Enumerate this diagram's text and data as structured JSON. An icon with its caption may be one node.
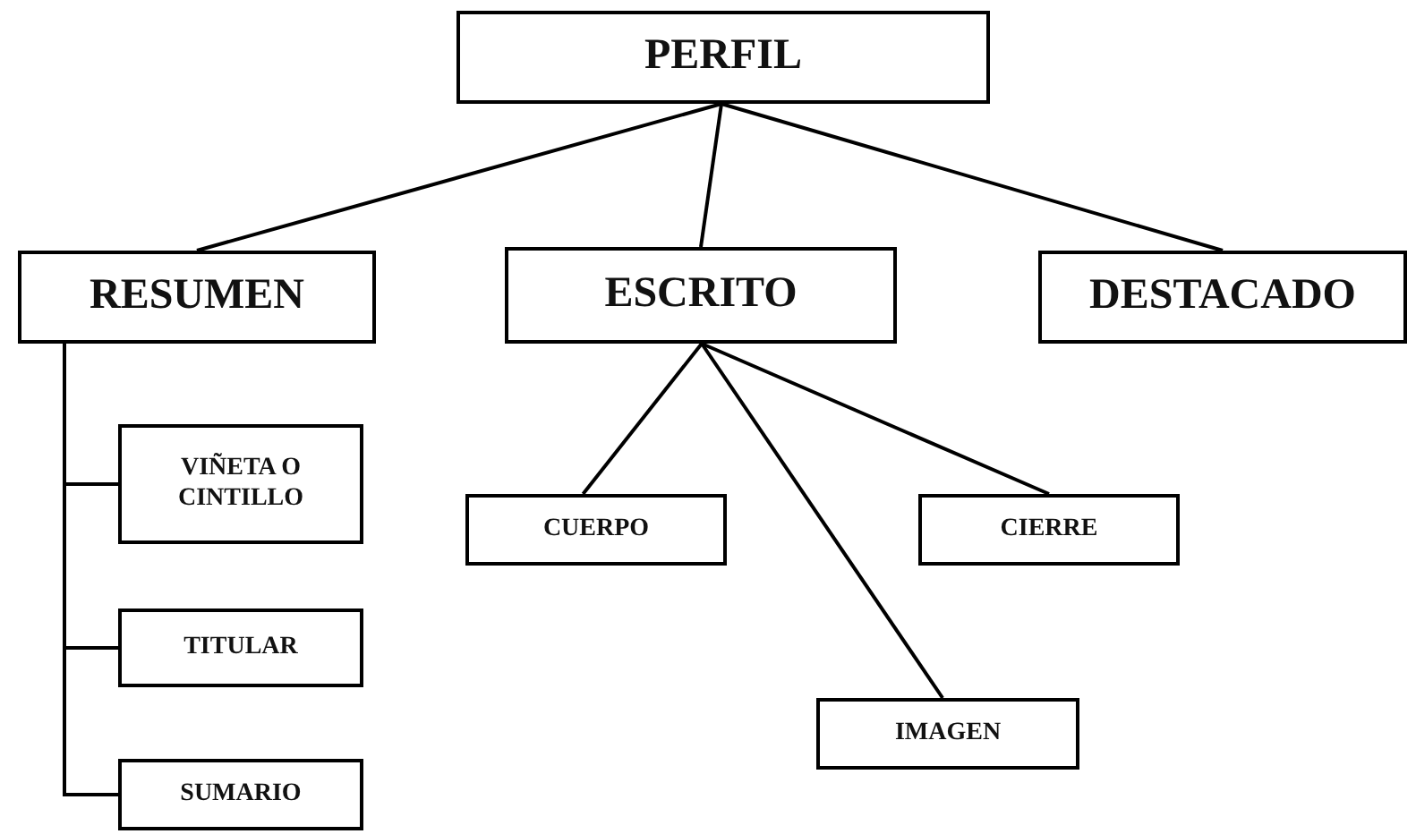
{
  "diagram": {
    "nodes": [
      {
        "text": [
          "PERFIL"
        ]
      },
      {
        "text": [
          "RESUMEN"
        ]
      },
      {
        "text": [
          "ESCRITO"
        ]
      },
      {
        "text": [
          "DESTACADO"
        ]
      },
      {
        "text": [
          "VIÑETA O CINTILLO"
        ]
      },
      {
        "text": [
          "TITULAR"
        ]
      },
      {
        "text": [
          "SUMARIO"
        ]
      },
      {
        "text": [
          "CUERPO"
        ]
      },
      {
        "text": [
          "CIERRE"
        ]
      },
      {
        "text": [
          "IMAGEN"
        ]
      }
    ],
    "edges": [
      {
        "from": 0,
        "to": 1,
        "arrow": "none"
      },
      {
        "from": 0,
        "to": 2,
        "arrow": "none"
      },
      {
        "from": 0,
        "to": 3,
        "arrow": "none"
      },
      {
        "from": 1,
        "to": 4,
        "arrow": "none"
      },
      {
        "from": 1,
        "to": 5,
        "arrow": "none"
      },
      {
        "from": 1,
        "to": 6,
        "arrow": "none"
      },
      {
        "from": 2,
        "to": 7,
        "arrow": "none"
      },
      {
        "from": 2,
        "to": 8,
        "arrow": "none"
      },
      {
        "from": 2,
        "to": 9,
        "arrow": "none"
      }
    ]
  }
}
